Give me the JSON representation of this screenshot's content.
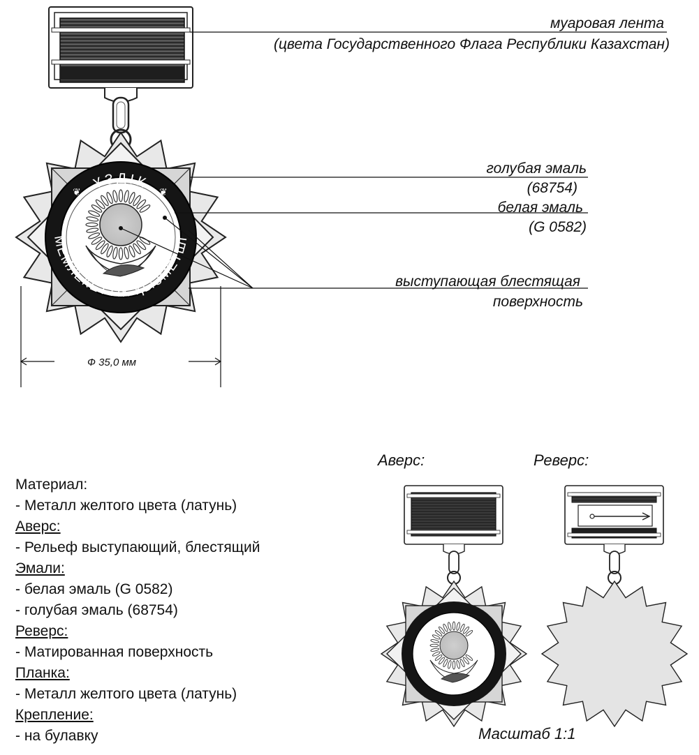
{
  "annotations": {
    "ribbon": "муаровая лента",
    "ribbon_note": "(цвета Государственного Флага Республики Казахстан)",
    "blue_enamel": "голубая эмаль",
    "blue_code": "(68754)",
    "white_enamel": "белая эмаль",
    "white_code": "(G 0582)",
    "relief": "выступающая блестящая",
    "relief2": "поверхность",
    "diameter": "Ф 35,0  мм"
  },
  "medal": {
    "ring_top": "ҮЗДІК",
    "ring_bottom": "МЕМЛЕКЕТТІК ҚЫЗМЕТШІ"
  },
  "views": {
    "obverse": "Аверс:",
    "reverse": "Реверс:",
    "scale": "Масштаб 1:1"
  },
  "spec": [
    {
      "text": "Материал:",
      "heading": false
    },
    {
      "text": "- Металл желтого цвета (латунь)",
      "heading": false
    },
    {
      "text": "Аверс:",
      "heading": true
    },
    {
      "text": "- Рельеф выступающий, блестящий",
      "heading": false
    },
    {
      "text": "Эмали:",
      "heading": true
    },
    {
      "text": "- белая эмаль (G 0582)",
      "heading": false
    },
    {
      "text": "- голубая эмаль (68754)",
      "heading": false
    },
    {
      "text": "Реверс:",
      "heading": true
    },
    {
      "text": "- Матированная поверхность",
      "heading": false
    },
    {
      "text": "Планка:",
      "heading": true
    },
    {
      "text": "- Металл желтого цвета (латунь)",
      "heading": false
    },
    {
      "text": "Крепление:",
      "heading": true
    },
    {
      "text": "- на булавку",
      "heading": false
    }
  ]
}
